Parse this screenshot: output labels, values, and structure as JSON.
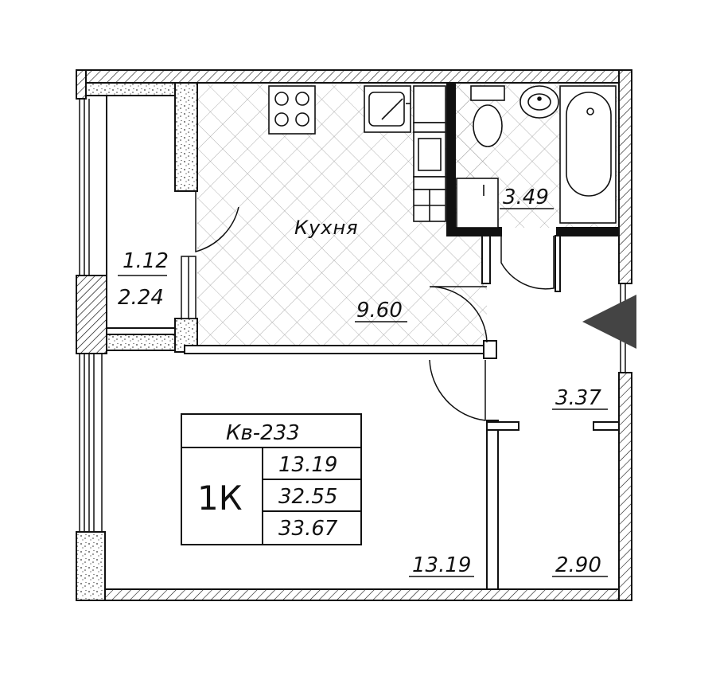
{
  "colors": {
    "ink": "#111111",
    "hatch": "#9a9a9a",
    "paper": "#ffffff"
  },
  "rooms": {
    "kitchen_label": "Кухня",
    "kitchen_area": "9.60",
    "bathroom_area": "3.49",
    "balcony_area_top": "1.12",
    "balcony_area_bottom": "2.24",
    "hall_area": "3.37",
    "living_area": "13.19",
    "closet_area": "2.90"
  },
  "stamp": {
    "apartment": "Кв-233",
    "type": "1К",
    "living": "13.19",
    "total": "32.55",
    "total_with_balcony": "33.67"
  },
  "icons": [
    "stove-icon",
    "sink-icon",
    "toilet-icon",
    "washbasin-icon",
    "bathtub-icon",
    "entrance-arrow-icon"
  ]
}
